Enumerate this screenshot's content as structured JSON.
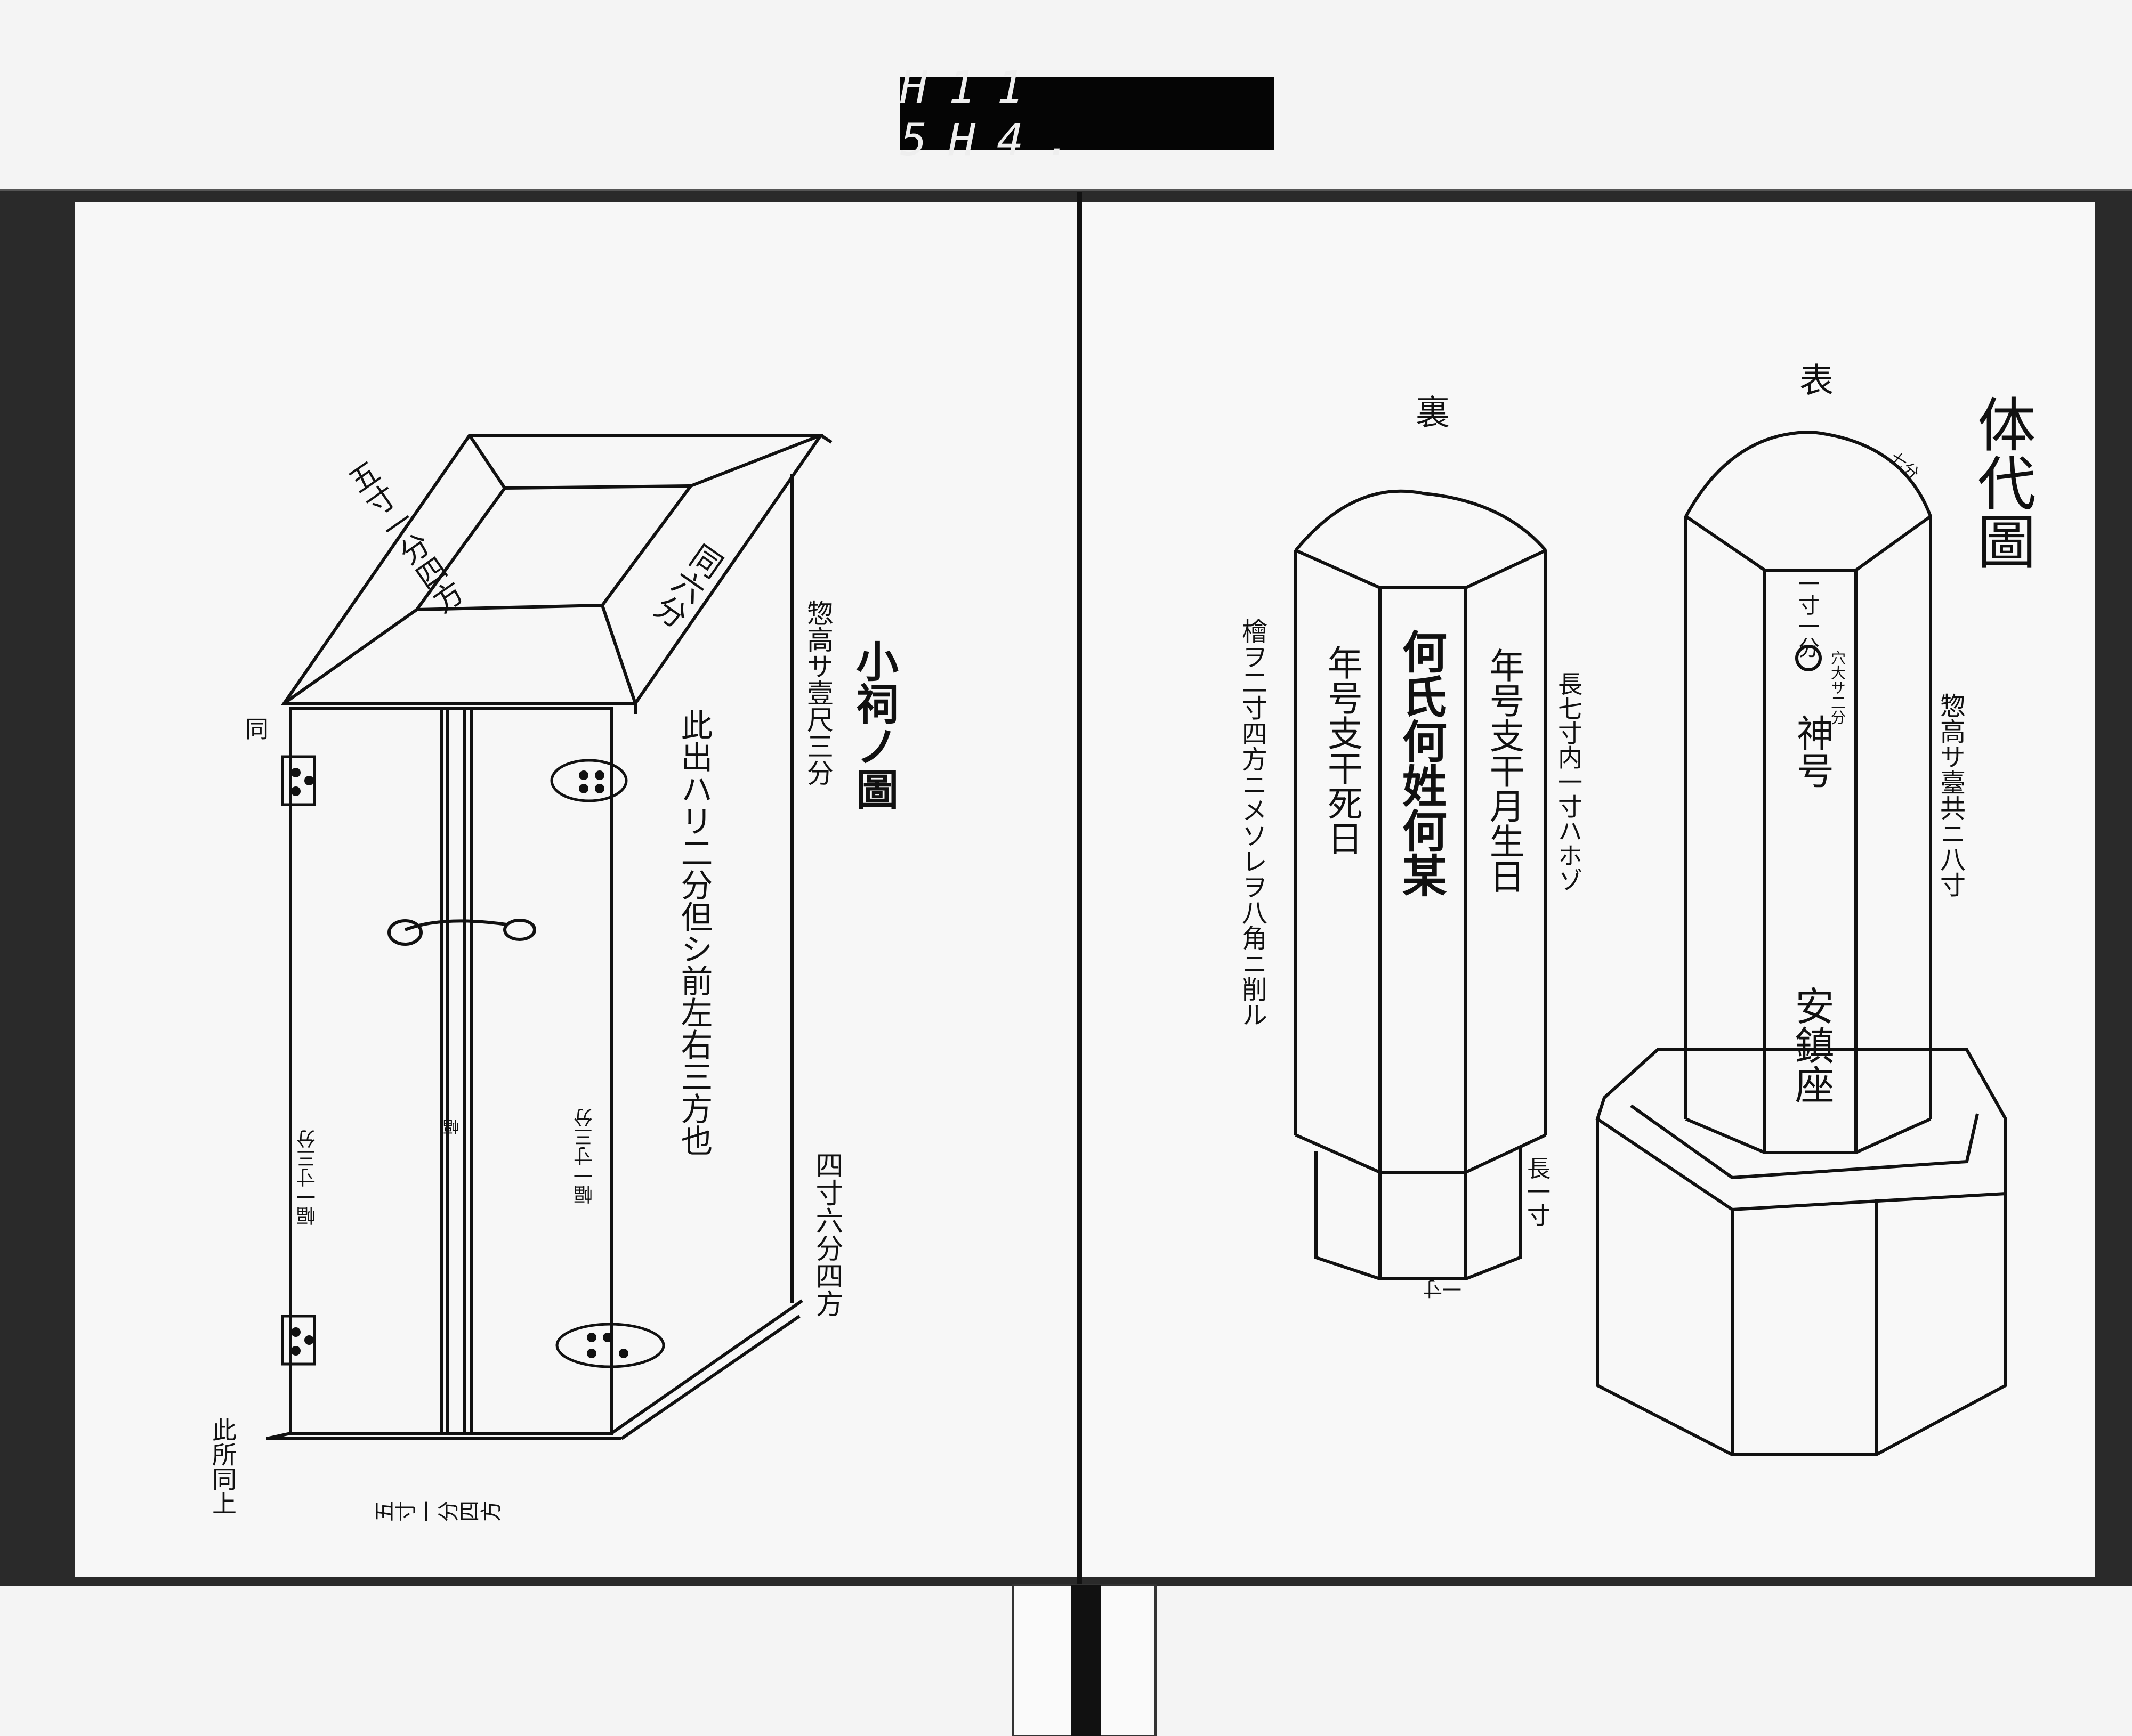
{
  "catalog_label": "H11 5H4.",
  "left_page": {
    "title": "小祠ノ圖",
    "roof_width": "五寸一分四方",
    "roof_depth": "同六分",
    "roof_corner": "同",
    "total_height": "惣高サ壹尺三分",
    "overhang_note": "此出ハリ二分但シ前左右三方也",
    "door_width_left": "幅一寸三分",
    "door_width_center": "幅",
    "door_width_right": "幅一寸三分",
    "body_width": "四寸六分四方",
    "base_width": "五寸一分四方",
    "base_note": "此所同上"
  },
  "right_page": {
    "title": "体代圖",
    "front_label": "表",
    "back_label": "裏",
    "back_pillar": {
      "material_note": "檜ヲ二寸四方ニメソレヲ八角ニ削ル",
      "death_date": "年号支干死日",
      "name": "何氏何姓何某",
      "birth_date": "年号支干月生日",
      "length_note": "長七寸内一寸ハホゾ",
      "tenon_length": "長一寸",
      "tenon_width": "一寸"
    },
    "front_pillar": {
      "top_note": "七分",
      "hole_position": "一寸一分",
      "hole_mark": "○",
      "hole_size": "穴大サ二分",
      "deity_name": "神号",
      "enshrine": "安鎮座",
      "total_height": "惣高サ臺共ニ八寸"
    }
  }
}
